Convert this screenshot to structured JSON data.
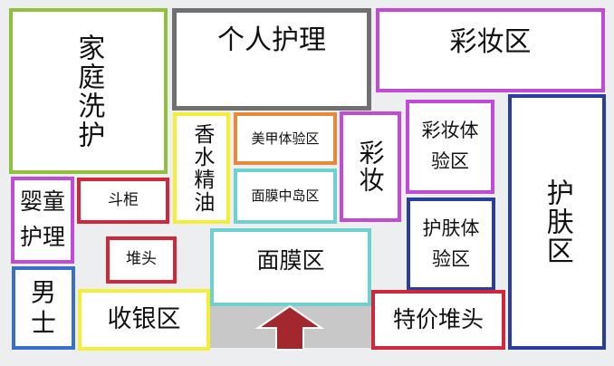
{
  "zones": {
    "home_care": {
      "label": "家庭洗护",
      "color": "#8fc13c"
    },
    "personal_care": {
      "label": "个人护理",
      "color": "#707070"
    },
    "makeup_area": {
      "label": "彩妆区",
      "color": "#c14ad6"
    },
    "perfume": {
      "label": "香水精油",
      "color": "#f2ee3a"
    },
    "nail_experience": {
      "label": "美甲体验区",
      "color": "#e58a3a"
    },
    "mask_island": {
      "label": "面膜中岛区",
      "color": "#6fd0d0"
    },
    "makeup_small": {
      "label": "彩妆",
      "color": "#c14ad6"
    },
    "makeup_experience": {
      "label": "彩妆体验区",
      "color": "#c14ad6"
    },
    "skincare_area": {
      "label": "护肤区",
      "color": "#2a3da0"
    },
    "skincare_experience": {
      "label": "护肤体验区",
      "color": "#2a3da0"
    },
    "baby_care": {
      "label": "婴童护理",
      "color": "#c14ad6"
    },
    "cabinet": {
      "label": "斗柜",
      "color": "#d0283a"
    },
    "stack_head": {
      "label": "堆头",
      "color": "#d0283a"
    },
    "mask_area": {
      "label": "面膜区",
      "color": "#6fd0d0"
    },
    "mens": {
      "label": "男士",
      "color": "#3a6fc8"
    },
    "cashier": {
      "label": "收银区",
      "color": "#f2ee3a"
    },
    "special_stack": {
      "label": "特价堆头",
      "color": "#d0283a"
    }
  },
  "entrance": {
    "arrow_color": "#a3282e",
    "band_color": "#c8c8c8"
  }
}
